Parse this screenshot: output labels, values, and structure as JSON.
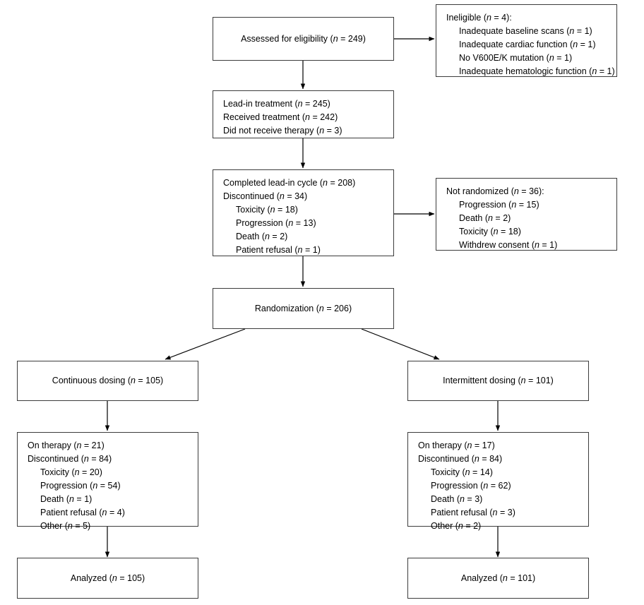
{
  "figure": {
    "type": "consort-flow-diagram",
    "title": "Patient flow diagram"
  },
  "nodes": {
    "assessed": {
      "name": "assessed-for-eligibility",
      "lines": [
        {
          "label": "Assessed for eligibility",
          "n": "249"
        }
      ]
    },
    "ineligible": {
      "name": "ineligible",
      "lines": [
        {
          "label": "Ineligible",
          "n": "4",
          "suffix": ":",
          "indent": false
        },
        {
          "label": "Inadequate baseline scans",
          "n": "1",
          "indent": true
        },
        {
          "label": "Inadequate cardiac function",
          "n": "1",
          "indent": true
        },
        {
          "label": "No V600E/K mutation",
          "n": "1",
          "indent": true
        },
        {
          "label": "Inadequate hematologic function",
          "n": "1",
          "indent": true
        }
      ]
    },
    "leadin": {
      "name": "lead-in-treatment",
      "lines": [
        {
          "label": "Lead-in treatment",
          "n": "245",
          "indent": false
        },
        {
          "label": "Received treatment",
          "n": "242",
          "indent": false
        },
        {
          "label": "Did not receive therapy",
          "n": "3",
          "indent": false
        }
      ]
    },
    "completed": {
      "name": "completed-lead-in-cycle",
      "lines": [
        {
          "label": "Completed lead-in cycle",
          "n": "208",
          "indent": false
        },
        {
          "label": "Discontinued",
          "n": "34",
          "indent": false
        },
        {
          "label": "Toxicity",
          "n": "18",
          "indent": true
        },
        {
          "label": "Progression",
          "n": "13",
          "indent": true
        },
        {
          "label": "Death",
          "n": "2",
          "indent": true
        },
        {
          "label": "Patient refusal",
          "n": "1",
          "indent": true
        }
      ]
    },
    "not_randomized": {
      "name": "not-randomized",
      "lines": [
        {
          "label": "Not randomized",
          "n": "36",
          "suffix": ":",
          "indent": false
        },
        {
          "label": "Progression",
          "n": "15",
          "indent": true
        },
        {
          "label": "Death",
          "n": "2",
          "indent": true
        },
        {
          "label": "Toxicity",
          "n": "18",
          "indent": true
        },
        {
          "label": "Withdrew consent",
          "n": "1",
          "indent": true
        }
      ]
    },
    "randomization": {
      "name": "randomization",
      "lines": [
        {
          "label": "Randomization",
          "n": "206"
        }
      ]
    },
    "continuous_dosing": {
      "name": "continuous-dosing",
      "lines": [
        {
          "label": "Continuous dosing",
          "n": "105"
        }
      ]
    },
    "intermittent_dosing": {
      "name": "intermittent-dosing",
      "lines": [
        {
          "label": "Intermittent dosing",
          "n": "101"
        }
      ]
    },
    "continuous_followup": {
      "name": "continuous-followup",
      "lines": [
        {
          "label": "On therapy",
          "n": "21",
          "indent": false
        },
        {
          "label": "Discontinued",
          "n": "84",
          "indent": false
        },
        {
          "label": "Toxicity",
          "n": "20",
          "indent": true
        },
        {
          "label": "Progression",
          "n": "54",
          "indent": true
        },
        {
          "label": "Death",
          "n": "1",
          "indent": true
        },
        {
          "label": "Patient refusal",
          "n": "4",
          "indent": true
        },
        {
          "label": "Other",
          "n": "5",
          "indent": true
        }
      ]
    },
    "intermittent_followup": {
      "name": "intermittent-followup",
      "lines": [
        {
          "label": "On therapy",
          "n": "17",
          "indent": false
        },
        {
          "label": "Discontinued",
          "n": "84",
          "indent": false
        },
        {
          "label": "Toxicity",
          "n": "14",
          "indent": true
        },
        {
          "label": "Progression",
          "n": "62",
          "indent": true
        },
        {
          "label": "Death",
          "n": "3",
          "indent": true
        },
        {
          "label": "Patient refusal",
          "n": "3",
          "indent": true
        },
        {
          "label": "Other",
          "n": "2",
          "indent": true
        }
      ]
    },
    "analyzed_continuous": {
      "name": "analyzed-continuous",
      "lines": [
        {
          "label": "Analyzed",
          "n": "105"
        }
      ]
    },
    "analyzed_intermittent": {
      "name": "analyzed-intermittent",
      "lines": [
        {
          "label": "Analyzed",
          "n": "101"
        }
      ]
    }
  },
  "colors": {
    "border": "#3c3c3c",
    "connector": "#000000",
    "background": "#ffffff",
    "text": "#000000"
  }
}
